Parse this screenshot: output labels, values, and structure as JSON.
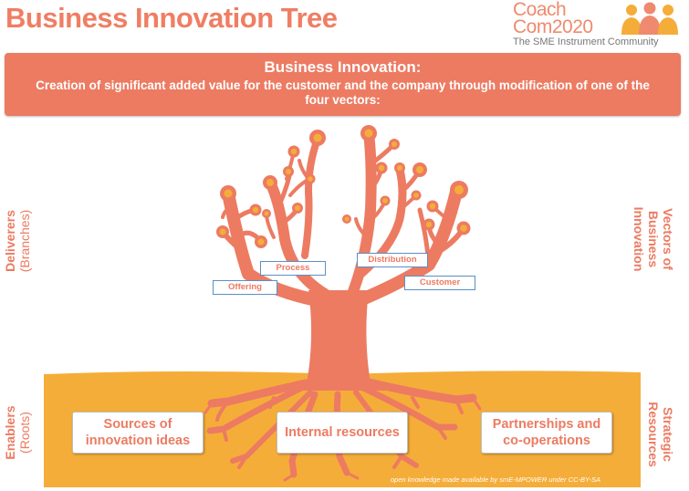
{
  "title": "Business Innovation Tree",
  "logo": {
    "line1": "Coach",
    "line2": "Com2020",
    "subtitle": "The SME Instrument Community",
    "icon": "people-group-icon"
  },
  "banner": {
    "title": "Business Innovation:",
    "text": "Creation of significant added value for the customer and the company through modification of one of the four vectors:"
  },
  "side_labels": {
    "deliverers": "Deliverers",
    "branches": "(Branches)",
    "enablers": "Enablers",
    "roots": "(Roots)",
    "vectors": "Vectors of Business Innovation",
    "strategic": "Strategic Resources"
  },
  "vectors": {
    "offering": "Offering",
    "process": "Process",
    "distribution": "Distribution",
    "customer": "Customer"
  },
  "resources": {
    "sources": "Sources of innovation ideas",
    "internal": "Internal resources",
    "partnerships": "Partnerships and co-operations"
  },
  "footer": "open knowledge made available by smE-MPOWER under CC-BY-SA",
  "colors": {
    "accent": "#ec7b62",
    "ground": "#f5ad39",
    "leaf": "#f5ad39",
    "vector_border": "#5b8fc4"
  }
}
